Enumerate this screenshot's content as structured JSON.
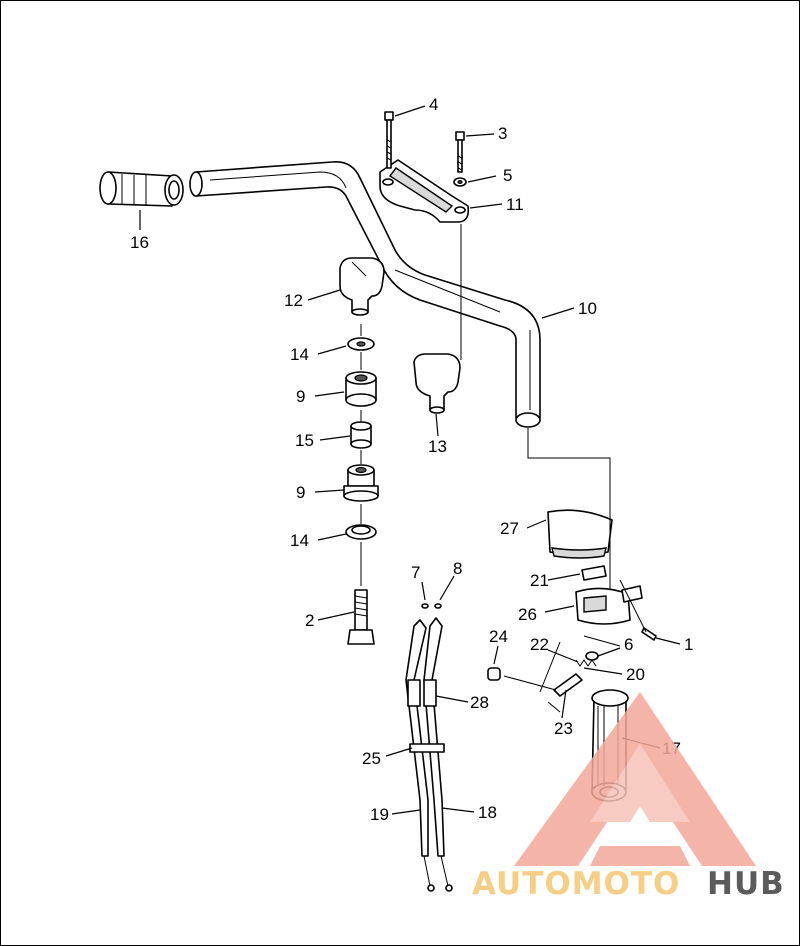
{
  "diagram": {
    "callouts": [
      {
        "id": "c16",
        "label": "16"
      },
      {
        "id": "c4",
        "label": "4"
      },
      {
        "id": "c3",
        "label": "3"
      },
      {
        "id": "c5",
        "label": "5"
      },
      {
        "id": "c11",
        "label": "11"
      },
      {
        "id": "c12",
        "label": "12"
      },
      {
        "id": "c10",
        "label": "10"
      },
      {
        "id": "c14a",
        "label": "14"
      },
      {
        "id": "c9a",
        "label": "9"
      },
      {
        "id": "c13",
        "label": "13"
      },
      {
        "id": "c15",
        "label": "15"
      },
      {
        "id": "c9b",
        "label": "9"
      },
      {
        "id": "c27",
        "label": "27"
      },
      {
        "id": "c14b",
        "label": "14"
      },
      {
        "id": "c7",
        "label": "7"
      },
      {
        "id": "c8",
        "label": "8"
      },
      {
        "id": "c21",
        "label": "21"
      },
      {
        "id": "c26",
        "label": "26"
      },
      {
        "id": "c2",
        "label": "2"
      },
      {
        "id": "c1",
        "label": "1"
      },
      {
        "id": "c24",
        "label": "24"
      },
      {
        "id": "c22",
        "label": "22"
      },
      {
        "id": "c6",
        "label": "6"
      },
      {
        "id": "c20",
        "label": "20"
      },
      {
        "id": "c28",
        "label": "28"
      },
      {
        "id": "c23",
        "label": "23"
      },
      {
        "id": "c17",
        "label": "17"
      },
      {
        "id": "c25",
        "label": "25"
      },
      {
        "id": "c19",
        "label": "19"
      },
      {
        "id": "c18",
        "label": "18"
      }
    ]
  },
  "watermark": {
    "text_part1": "AUTOMOTO",
    "text_part2": "HUB",
    "color_main": "#f4a89a",
    "color_accent": "#f6c978",
    "color_dark": "#4a4a4a"
  }
}
